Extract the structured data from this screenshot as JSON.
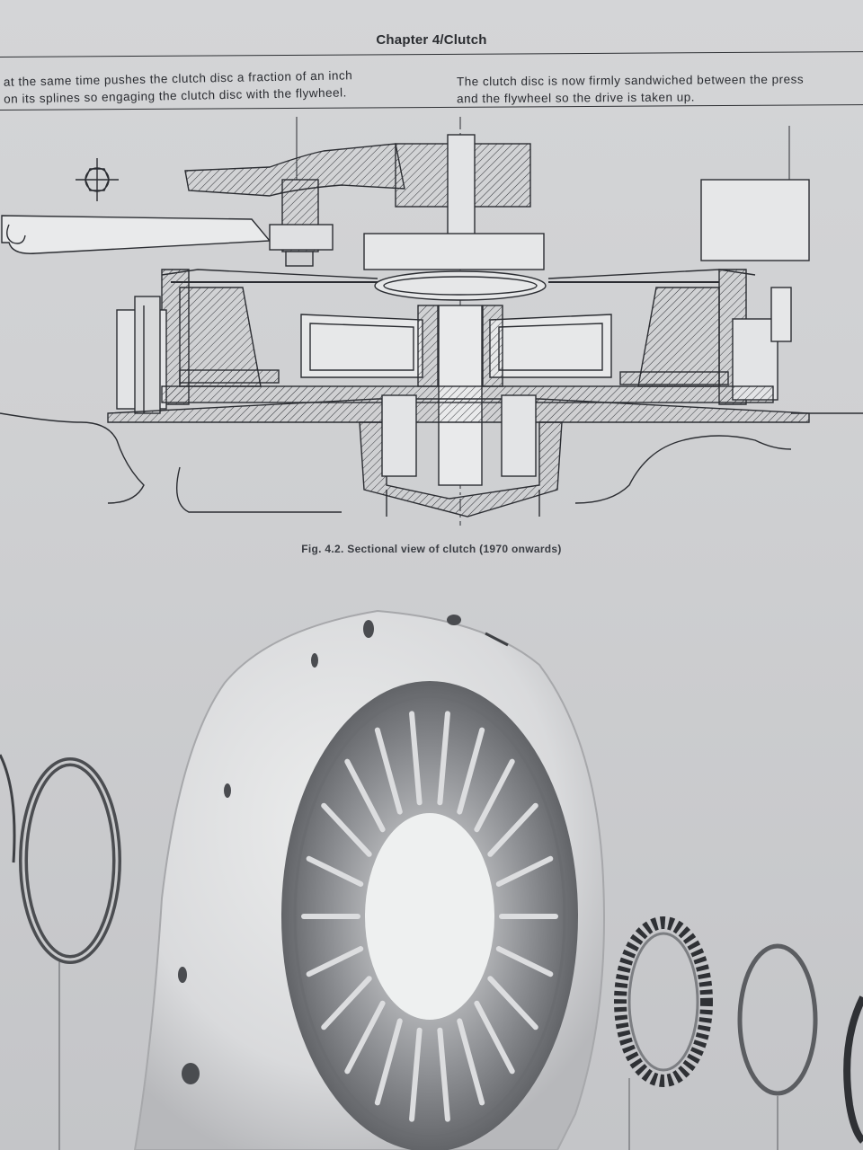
{
  "header": {
    "chapter_title": "Chapter 4/Clutch"
  },
  "body_text": {
    "left_column": [
      "at the same time pushes the clutch disc a fraction of an inch",
      "on its splines so engaging the clutch disc with the flywheel."
    ],
    "right_column": [
      "The clutch disc is now firmly sandwiched between the press",
      "and the flywheel so the drive is taken up."
    ]
  },
  "figure": {
    "caption": "Fig. 4.2. Sectional view of clutch (1970 onwards)"
  },
  "colors": {
    "paper": "#cfd0d2",
    "ink": "#2a2c31",
    "photo_light": "#e3e4e6",
    "photo_dark": "#4a4c50"
  }
}
